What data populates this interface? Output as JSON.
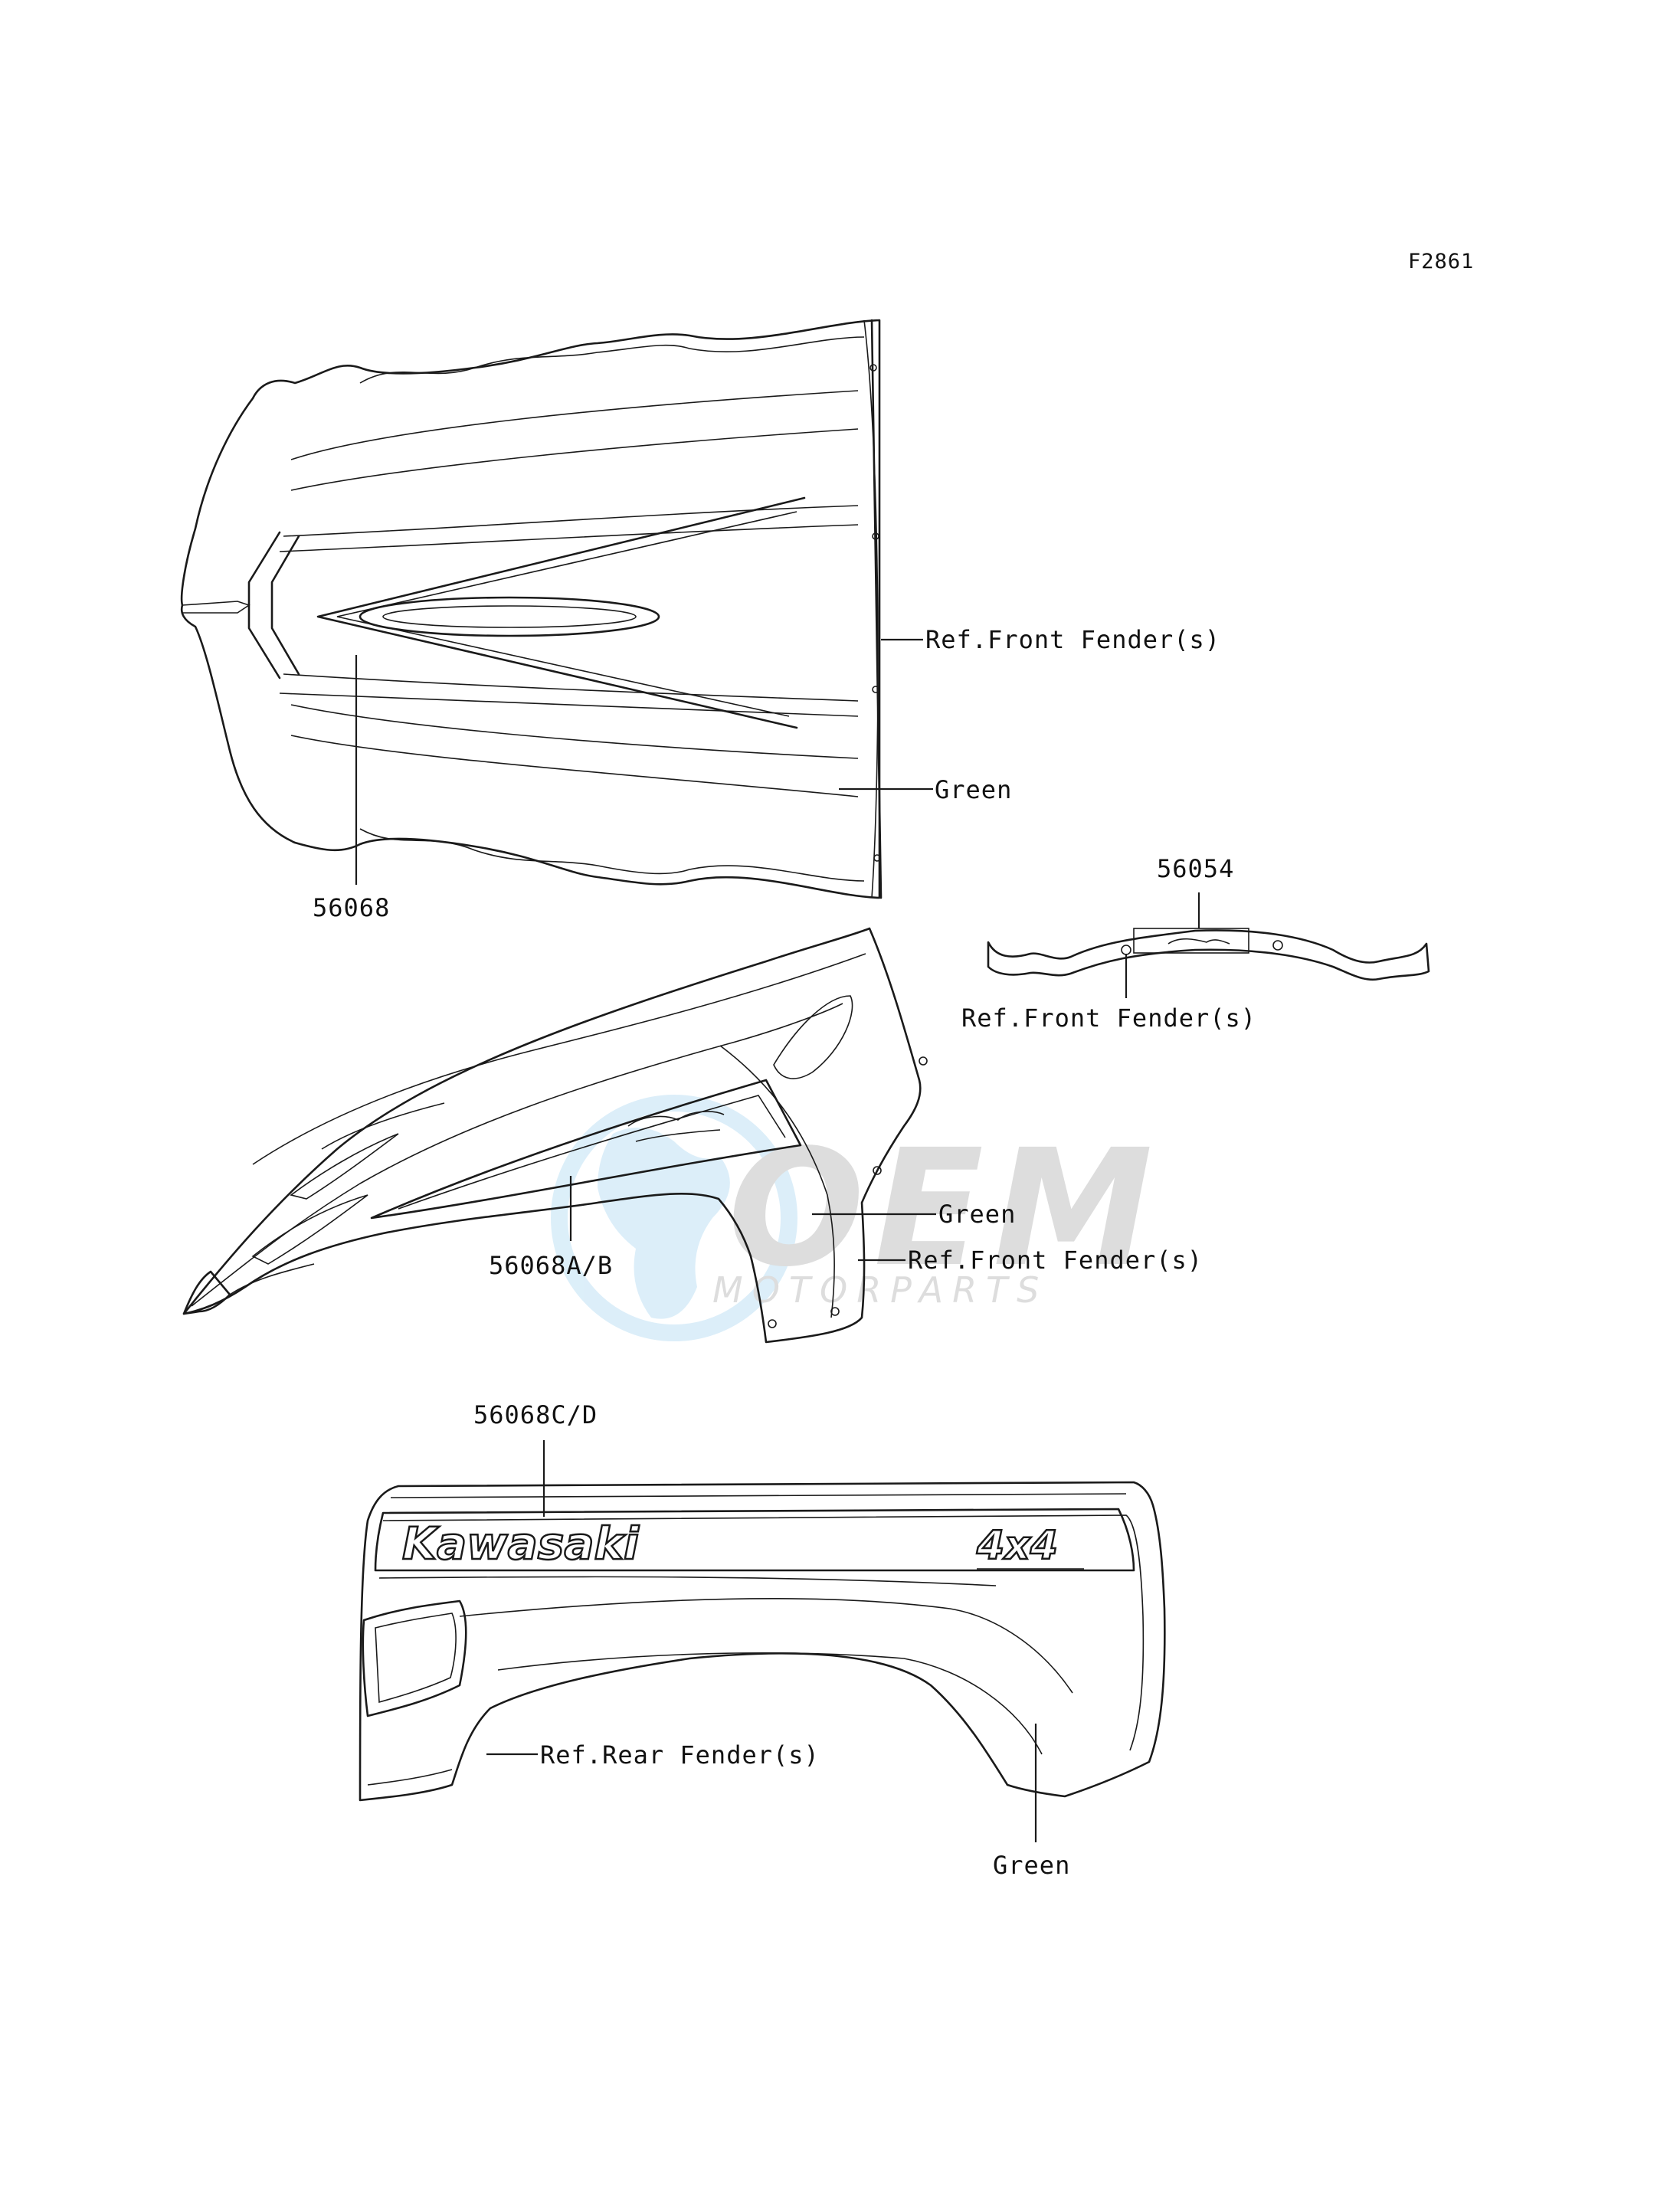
{
  "figure_code": "F2861",
  "labels": {
    "ref_front_fender_1": "Ref.Front Fender(s)",
    "green_1": "Green",
    "part_56068": "56068",
    "part_56054": "56054",
    "ref_front_fender_2": "Ref.Front Fender(s)",
    "part_56068ab": "56068A/B",
    "green_2": "Green",
    "ref_front_fender_3": "Ref.Front Fender(s)",
    "part_56068cd": "56068C/D",
    "ref_rear_fender": "Ref.Rear Fender(s)",
    "green_3": "Green"
  },
  "decal_text": {
    "kawasaki": "Kawasaki",
    "four_by_four": "4x4"
  },
  "watermark": {
    "logo": "OEM",
    "sub": "MOTORPARTS",
    "color_light": "#d6ecf8",
    "color_mid": "#a9d6f0",
    "color_gray": "#d8d8d8"
  },
  "colors": {
    "line": "#1a1a1a",
    "text": "#111111",
    "background": "#ffffff"
  }
}
